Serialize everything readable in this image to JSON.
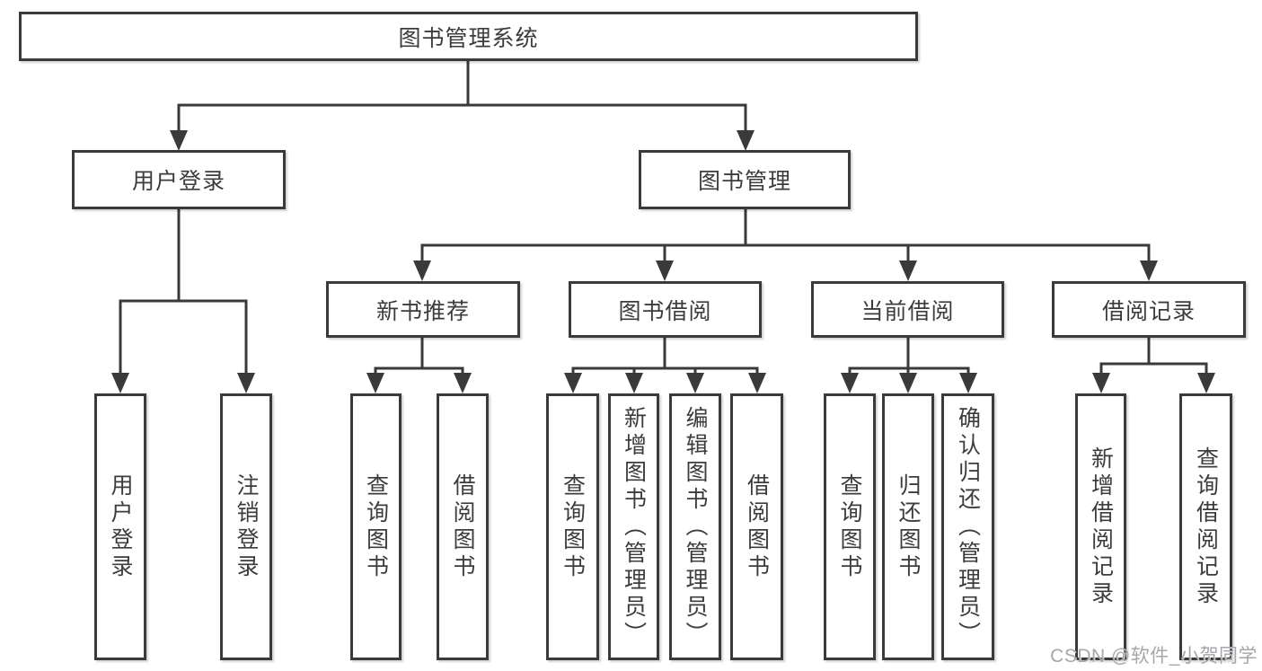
{
  "tree": {
    "label": "图书管理系统",
    "children": [
      {
        "label": "用户登录",
        "children": [
          {
            "label": "用户登录"
          },
          {
            "label": "注销登录"
          }
        ]
      },
      {
        "label": "图书管理",
        "children": [
          {
            "label": "新书推荐",
            "children": [
              {
                "label": "查询图书"
              },
              {
                "label": "借阅图书"
              }
            ]
          },
          {
            "label": "图书借阅",
            "children": [
              {
                "label": "查询图书"
              },
              {
                "label": "新增图书（管理员）"
              },
              {
                "label": "编辑图书（管理员）"
              },
              {
                "label": "借阅图书"
              }
            ]
          },
          {
            "label": "当前借阅",
            "children": [
              {
                "label": "查询图书"
              },
              {
                "label": "归还图书"
              },
              {
                "label": "确认归还（管理员）"
              }
            ]
          },
          {
            "label": "借阅记录",
            "children": [
              {
                "label": "新增借阅记录"
              },
              {
                "label": "查询借阅记录"
              }
            ]
          }
        ]
      }
    ]
  },
  "watermark": {
    "text": "CSDN @软件_小贺同学"
  },
  "colors": {
    "line": "#3a3a3a",
    "border": "#3a3a3a",
    "text": "#3c3c3c",
    "box_background": "#ffffff",
    "watermark": "#a6a6ab"
  }
}
